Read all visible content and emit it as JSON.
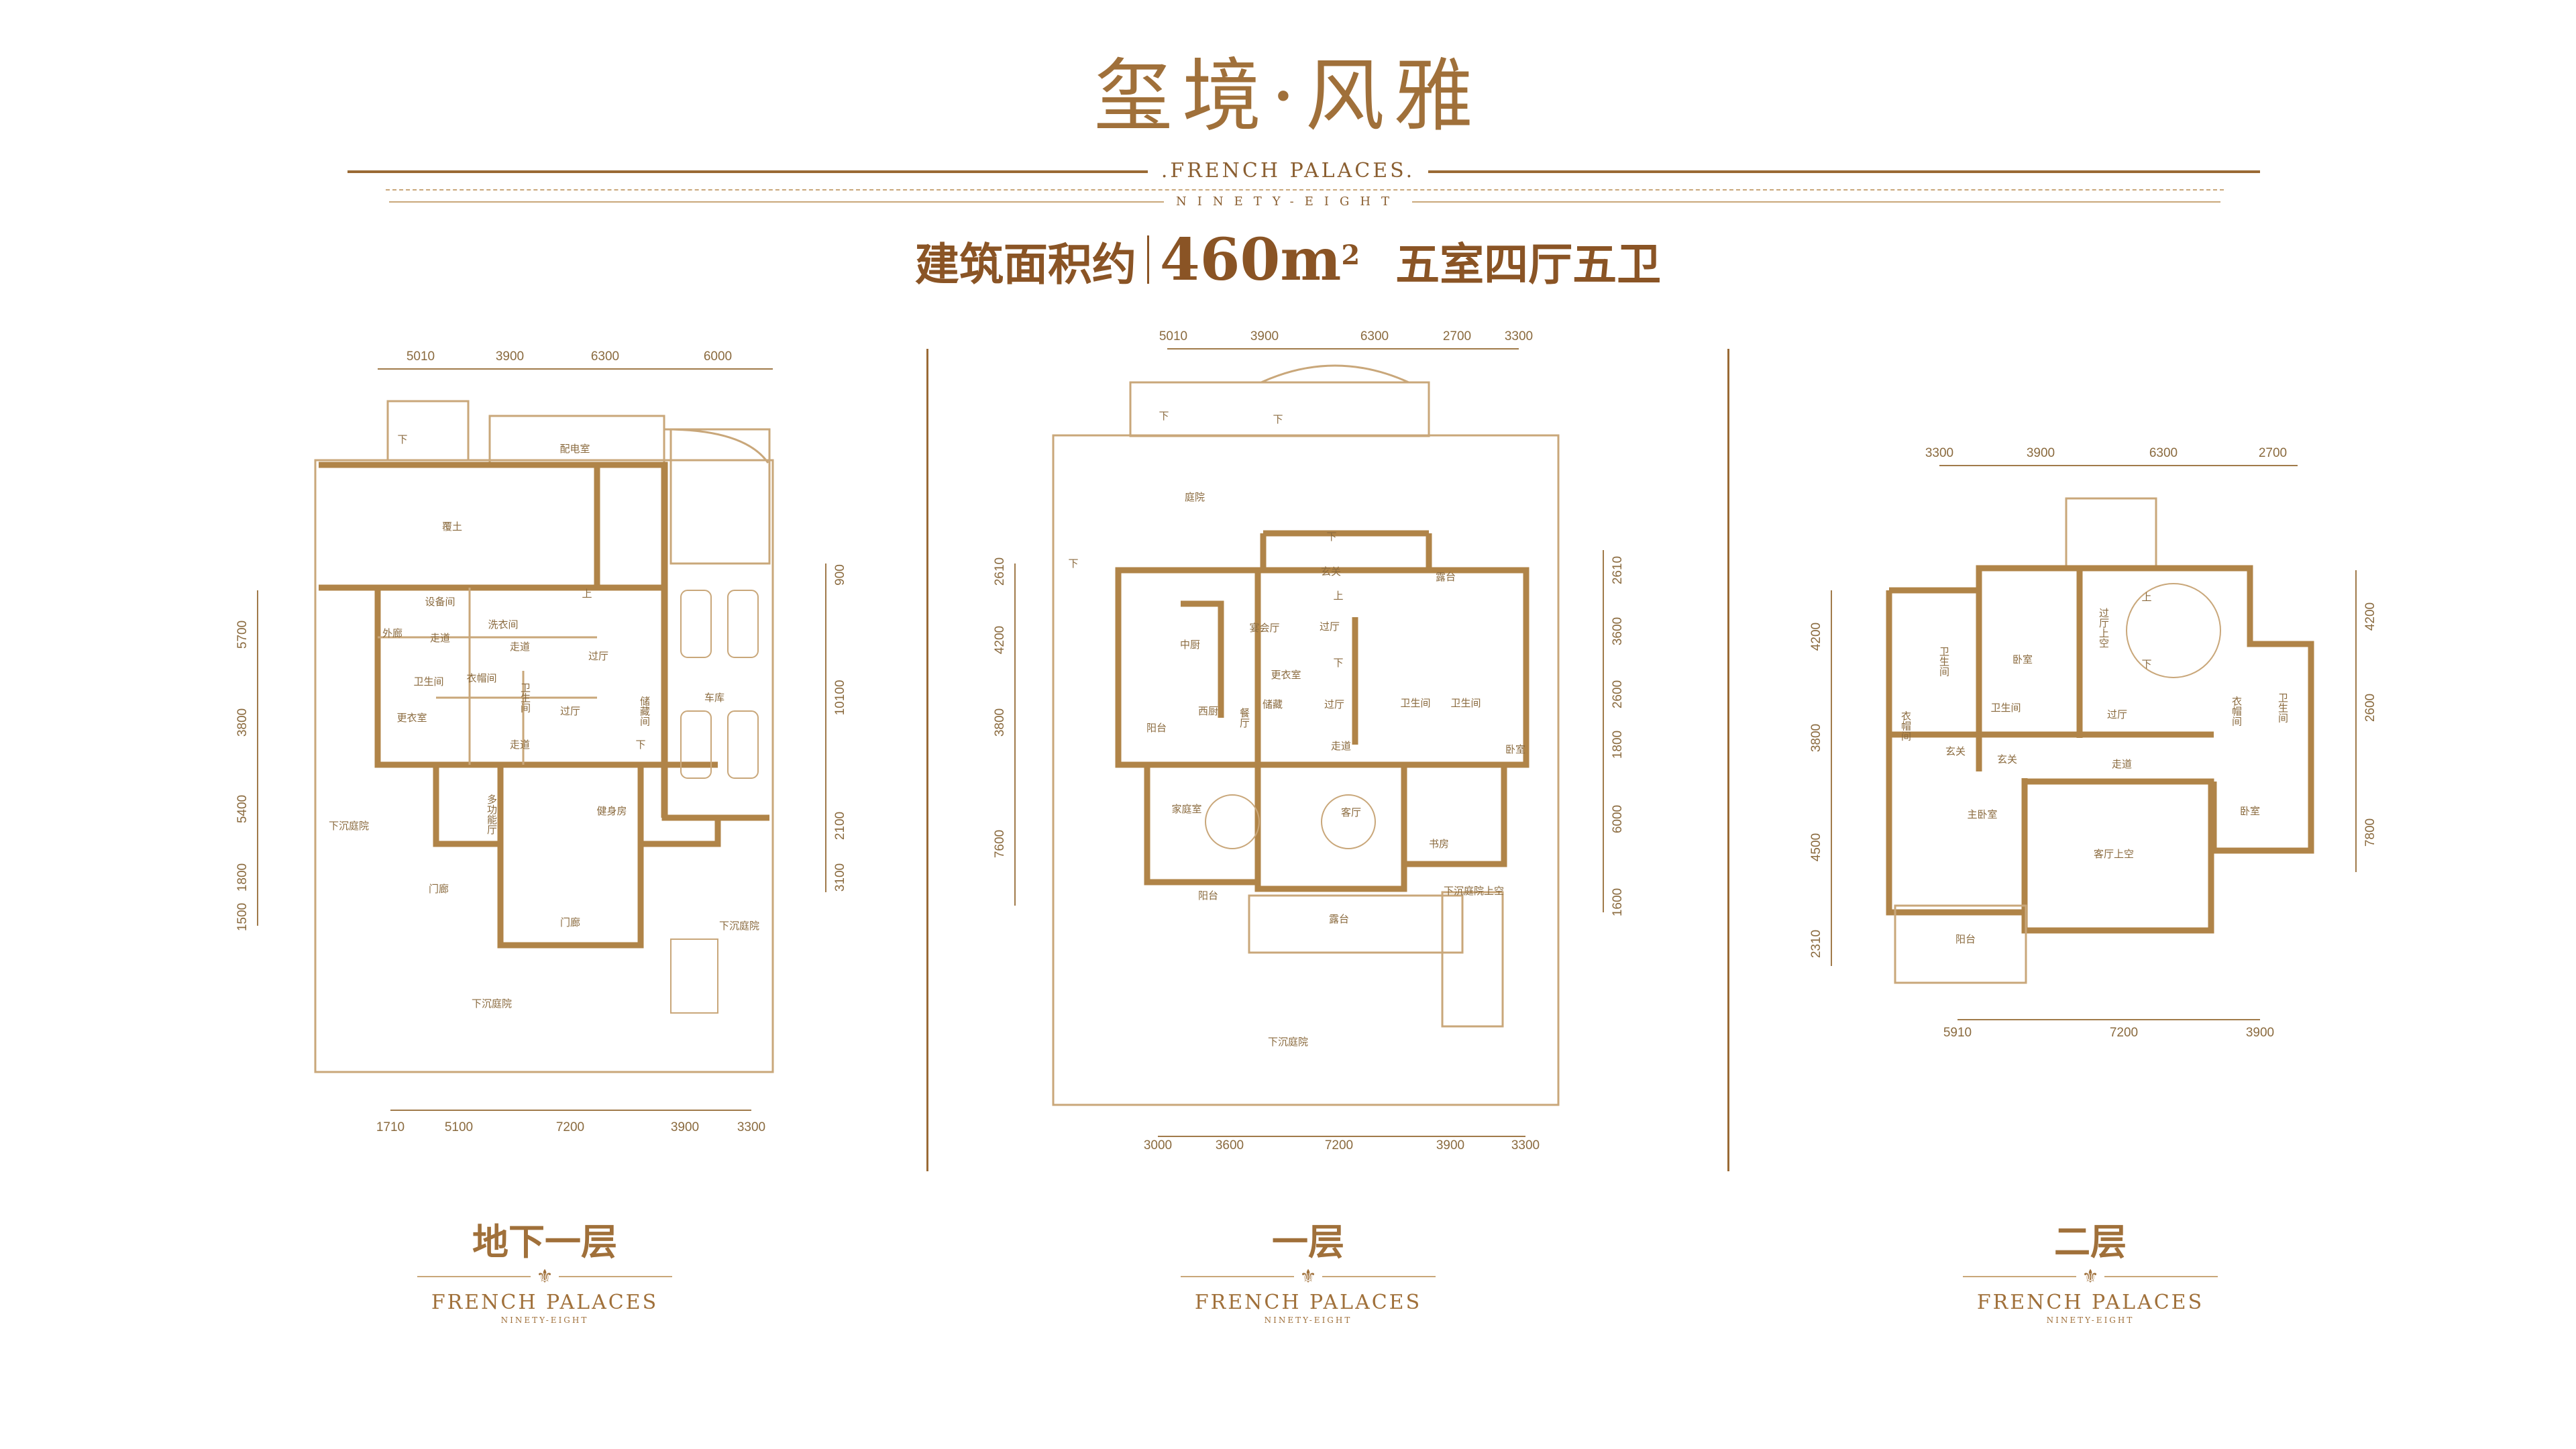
{
  "header": {
    "title": "玺境·风雅",
    "brand": ".FRENCH PALACES.",
    "brand_sub": "NINETY-EIGHT",
    "area_label": "建筑面积约",
    "area_value": "460m",
    "area_unit_sup": "2",
    "layout": "五室四厅五卫"
  },
  "colors": {
    "gold": "#a0703a",
    "wall": "#b08448",
    "line": "#c9a77a"
  },
  "floors": [
    {
      "name": "地下一层",
      "brand": "FRENCH PALACES",
      "brand_sub": "NINETY-EIGHT",
      "rooms": [
        "覆土",
        "配电室",
        "车库",
        "设备间",
        "洗衣间",
        "走道",
        "走道",
        "外廊",
        "过厅",
        "卫生间",
        "衣帽间",
        "卫生间",
        "过厅",
        "储藏间",
        "更衣室",
        "走道",
        "多功能厅",
        "健身房",
        "下沉庭院",
        "门廊",
        "门廊",
        "下沉庭院",
        "下沉庭院",
        "上",
        "下",
        "下"
      ],
      "dims_top": [
        "5010",
        "3900",
        "6300",
        "6000"
      ],
      "dims_bottom": [
        "1710",
        "5100",
        "7200",
        "3900",
        "3300"
      ],
      "dims_left": [
        "5700",
        "3800",
        "5400",
        "1800",
        "1500"
      ],
      "dims_right": [
        "900",
        "10100",
        "2100",
        "3100"
      ]
    },
    {
      "name": "一层",
      "brand": "FRENCH PALACES",
      "brand_sub": "NINETY-EIGHT",
      "rooms": [
        "庭院",
        "玄关",
        "露台",
        "中厨",
        "宴会厅",
        "过厅",
        "更衣室",
        "储藏",
        "过厅",
        "卫生间",
        "卫生间",
        "西厨",
        "餐厅",
        "阳台",
        "走道",
        "卧室",
        "家庭室",
        "客厅",
        "书房",
        "下沉庭院上空",
        "阳台",
        "露台",
        "下沉庭院",
        "上",
        "下",
        "下",
        "下",
        "下",
        "下"
      ],
      "dims_top": [
        "5010",
        "3900",
        "6300",
        "2700",
        "3300"
      ],
      "dims_bottom": [
        "3000",
        "3600",
        "7200",
        "3900",
        "3300"
      ],
      "dims_left": [
        "2610",
        "4200",
        "3800",
        "7600"
      ],
      "dims_right": [
        "2610",
        "3600",
        "2600",
        "1800",
        "6000",
        "1600"
      ]
    },
    {
      "name": "二层",
      "brand": "FRENCH PALACES",
      "brand_sub": "NINETY-EIGHT",
      "rooms": [
        "卫生间",
        "卧室",
        "过厅上空",
        "卫生间",
        "衣帽间",
        "玄关",
        "玄关",
        "过厅",
        "衣帽间",
        "卫生间",
        "走道",
        "卧室",
        "主卧室",
        "客厅上空",
        "阳台",
        "上",
        "下"
      ],
      "dims_top": [
        "3300",
        "3900",
        "6300",
        "2700"
      ],
      "dims_bottom": [
        "5910",
        "7200",
        "3900"
      ],
      "dims_left": [
        "4200",
        "3800",
        "4500",
        "2310"
      ],
      "dims_right": [
        "4200",
        "2600",
        "7800"
      ]
    }
  ]
}
